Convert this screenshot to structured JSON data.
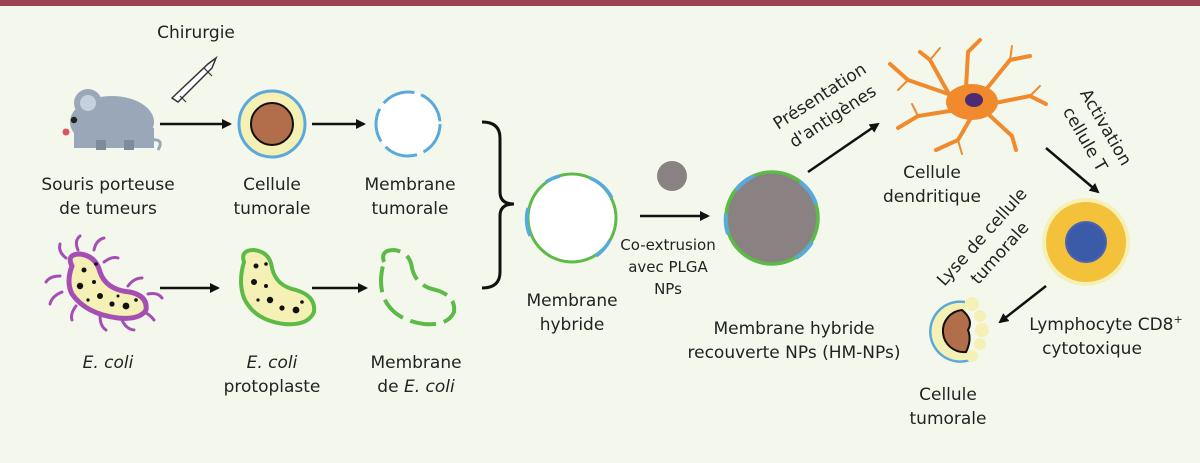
{
  "labels": {
    "surgery": "Chirurgie",
    "mouse_1": "Souris porteuse",
    "mouse_2": "de tumeurs",
    "tumor_cell_1": "Cellule",
    "tumor_cell_2": "tumorale",
    "tumor_membrane_1": "Membrane",
    "tumor_membrane_2": "tumorale",
    "ecoli": "E. coli",
    "protoplast_1": "E. coli",
    "protoplast_2": "protoplaste",
    "ecoli_membrane_1": "Membrane",
    "ecoli_membrane_2_prefix": "de ",
    "ecoli_membrane_2_italic": "E. coli",
    "hybrid_1": "Membrane",
    "hybrid_2": "hybride",
    "coextrusion_1": "Co-extrusion",
    "coextrusion_2": "avec PLGA",
    "coextrusion_3": "NPs",
    "hmnp_1": "Membrane hybride",
    "hmnp_2": "recouverte NPs (HM-NPs)",
    "presentation_1": "Présentation",
    "presentation_2": "d'antigènes",
    "dendritic_1": "Cellule",
    "dendritic_2": "dendritique",
    "activation_1": "Activation",
    "activation_2": "cellule T",
    "lysis_1": "Lyse de cellule",
    "lysis_2": "tumorale",
    "cd8_1": "Lymphocyte CD8",
    "cd8_sup": "+",
    "cd8_2": "cytotoxique",
    "final_tumor_1": "Cellule",
    "final_tumor_2": "tumorale"
  },
  "colors": {
    "top_bar": "#9c4252",
    "background": "#f4f8ec",
    "tumor_membrane_blue": "#5aa9dc",
    "ecoli_membrane_green": "#5cba47",
    "tumor_core_brown": "#b26d4a",
    "halo_yellow": "#f5f0b5",
    "nanoparticle_grey": "#8a8282",
    "ecoli_purple": "#a54fb5",
    "dendritic_orange": "#f08a2c",
    "tcell_gold": "#f3c13a",
    "tcell_nucleus_blue": "#3b5aa8",
    "mouse_grey": "#9aa7b8"
  },
  "icons": [
    "mouse-icon",
    "scalpel-icon",
    "ecoli-bacterium-icon",
    "dendritic-cell-icon",
    "t-cell-icon",
    "lysed-tumor-cell-icon"
  ]
}
